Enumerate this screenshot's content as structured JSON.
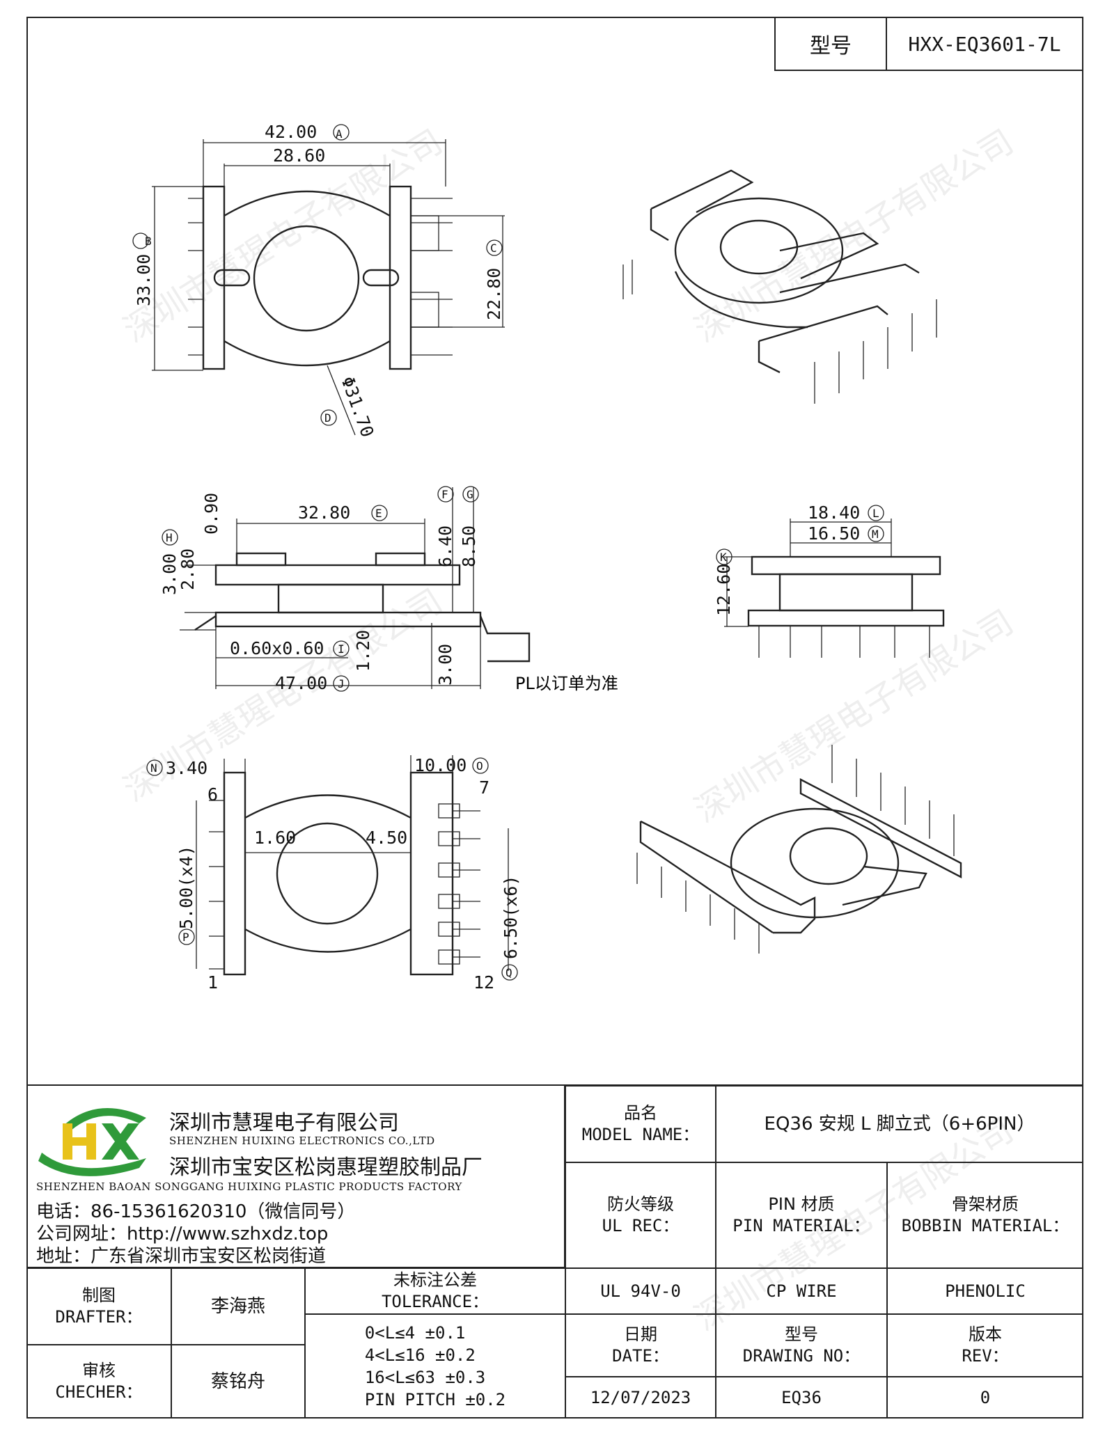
{
  "model_label": "型号",
  "model_value": "HXX-EQ3601-7L",
  "watermark": "深圳市慧瑆电子有限公司",
  "dimensions": {
    "a": "42.00",
    "a_tag": "A",
    "b": "33.00",
    "b_tag": "B",
    "c": "22.80",
    "c_tag": "C",
    "d": "Φ31.70",
    "d_tag": "D",
    "inner": "28.60",
    "e": "32.80",
    "e_tag": "E",
    "f_tag": "F",
    "g_tag": "G",
    "v090": "0.90",
    "h_tag": "H",
    "v300": "3.00",
    "v280": "2.80",
    "v640": "6.40",
    "v850": "8.50",
    "i": "0.60x0.60",
    "i_tag": "I",
    "v120": "1.20",
    "j": "47.00",
    "j_tag": "J",
    "v300b": "3.00",
    "pl_note": "PL以订单为准",
    "l": "18.40",
    "l_tag": "L",
    "m": "16.50",
    "m_tag": "M",
    "k": "12.60",
    "k_tag": "K",
    "n": "3.40",
    "n_tag": "N",
    "o": "10.00",
    "o_tag": "O",
    "p": "5.00(x4)",
    "p_tag": "P",
    "q": "6.50(x6)",
    "q_tag": "Q",
    "v160": "1.60",
    "v450": "4.50",
    "pin6": "6",
    "pin7": "7",
    "pin1": "1",
    "pin12": "12"
  },
  "company": {
    "logo_text": "HX",
    "name_cn1": "深圳市慧瑆电子有限公司",
    "name_en1": "SHENZHEN HUIXING ELECTRONICS CO.,LTD",
    "name_cn2": "深圳市宝安区松岗惠瑆塑胶制品厂",
    "name_en2": "SHENZHEN BAOAN SONGGANG HUIXING PLASTIC PRODUCTS FACTORY",
    "phone": "电话：86-15361620310（微信同号）",
    "website": "公司网址：http://www.szhxdz.top",
    "address": "地址：广东省深圳市宝安区松岗街道"
  },
  "title_block": {
    "model_name_cn": "品名",
    "model_name_en": "MODEL NAME：",
    "model_name_value": "EQ36 安规 L 脚立式（6+6PIN）",
    "ul_cn": "防火等级",
    "ul_en": "UL REC：",
    "pin_cn": "PIN 材质",
    "pin_en": "PIN MATERIAL：",
    "bobbin_cn": "骨架材质",
    "bobbin_en": "BOBBIN MATERIAL：",
    "ul_value": "UL 94V-0",
    "pin_value": "CP WIRE",
    "bobbin_value": "PHENOLIC",
    "drafter_cn": "制图",
    "drafter_en": "DRAFTER：",
    "drafter_name": "李海燕",
    "checker_cn": "审核",
    "checker_en": "CHECHER：",
    "checker_name": "蔡铭舟",
    "tol_cn": "未标注公差",
    "tol_en": "TOLERANCE：",
    "tol_lines": [
      "0<L≤4  ±0.1",
      "4<L≤16 ±0.2",
      "16<L≤63 ±0.3",
      "PIN PITCH ±0.2"
    ],
    "date_cn": "日期",
    "date_en": "DATE：",
    "date_value": "12/07/2023",
    "dwg_cn": "型号",
    "dwg_en": "DRAWING NO：",
    "dwg_value": "EQ36",
    "rev_cn": "版本",
    "rev_en": "REV：",
    "rev_value": "0"
  },
  "colors": {
    "logo_green": "#2f9a3a",
    "logo_yellow": "#e8c21a"
  }
}
